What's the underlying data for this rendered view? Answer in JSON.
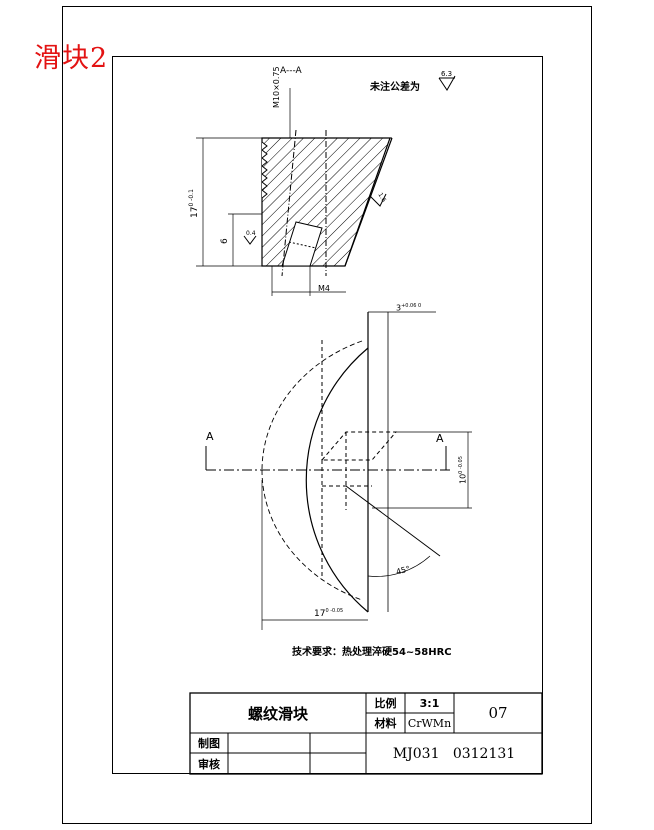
{
  "sheet_title": "滑块2",
  "section_label": "A---A",
  "unspecified_roughness": "未注公差为",
  "roughness_symbol_value": "6.3",
  "thread_callout": "M10×0.75",
  "dim_height": "17",
  "dim_height_tol": "0 -0.1",
  "dim_6": "6",
  "dim_m4": "M4",
  "roughness_04": "0.4",
  "roughness_16": "1.6",
  "dim_slot_width": "3",
  "dim_slot_tol": "+0.06 0",
  "view_arrow_left": "A",
  "view_arrow_right": "A",
  "dim_10": "10",
  "dim_10_tol": "0 -0.05",
  "dim_angle": "45°",
  "dim_17_bottom": "17",
  "dim_17_bottom_tol": "0 -0.05",
  "tech_requirement": "技术要求：热处理淬硬54~58HRC",
  "title_block": {
    "part_name": "螺纹滑块",
    "scale_label": "比例",
    "scale_value": "3:1",
    "material_label": "材料",
    "material_value": "CrWMn",
    "sheet_no": "07",
    "drawn_label": "制图",
    "checked_label": "审核",
    "drawing_no": "MJ031   0312131"
  }
}
